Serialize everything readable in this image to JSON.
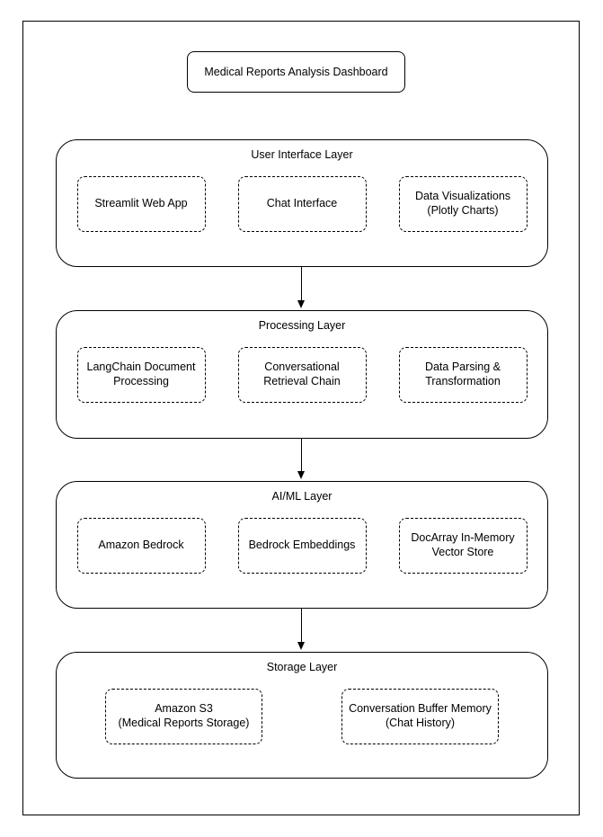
{
  "diagram": {
    "title": "Medical Reports Analysis Dashboard",
    "colors": {
      "stroke": "#000000",
      "background": "#ffffff"
    },
    "layers": [
      {
        "label": "User Interface Layer",
        "components": [
          {
            "label": "Streamlit Web App"
          },
          {
            "label": "Chat Interface"
          },
          {
            "label": "Data Visualizations\n(Plotly Charts)"
          }
        ]
      },
      {
        "label": "Processing Layer",
        "components": [
          {
            "label": "LangChain Document\nProcessing"
          },
          {
            "label": "Conversational\nRetrieval Chain"
          },
          {
            "label": "Data Parsing &\nTransformation"
          }
        ]
      },
      {
        "label": "AI/ML Layer",
        "components": [
          {
            "label": "Amazon Bedrock"
          },
          {
            "label": "Bedrock Embeddings"
          },
          {
            "label": "DocArray In-Memory\nVector Store"
          }
        ]
      },
      {
        "label": "Storage Layer",
        "components": [
          {
            "label": "Amazon S3\n(Medical Reports Storage)"
          },
          {
            "label": "Conversation Buffer Memory\n(Chat History)"
          }
        ]
      }
    ]
  }
}
